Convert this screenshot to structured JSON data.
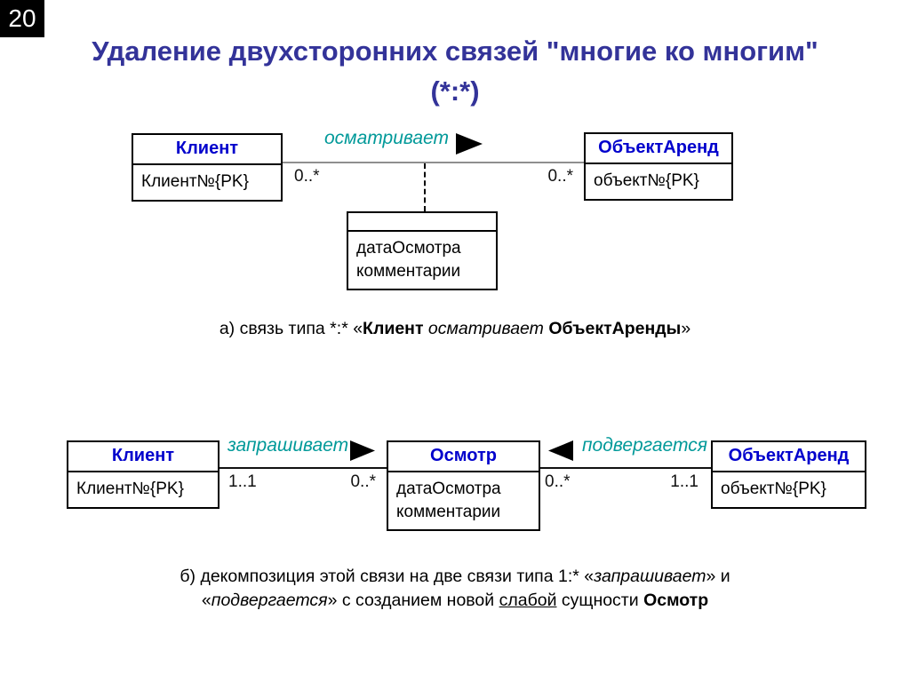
{
  "slide_number": "20",
  "title": "Удаление двухсторонних связей \"многие ко многим\" (*:*)",
  "colors": {
    "title_text": "#333399",
    "entity_header_text": "#0000CC",
    "relationship_text": "#009999",
    "slide_number_bg": "#000000",
    "connector_gray": "#8f8f8f"
  },
  "icons": {
    "right": "black-right-pointing-triangle",
    "left": "black-left-pointing-triangle"
  },
  "diagram_a": {
    "client": {
      "header": "Клиент",
      "attr": "Клиент№{PK}",
      "cardinality": "0..*"
    },
    "rental": {
      "header": "ОбъектАренд",
      "attr": "объект№{PK}",
      "cardinality": "0..*"
    },
    "relationship_label": "осматривает",
    "weak_entity": {
      "header": "",
      "attrs": [
        "датаОсмотра",
        "комментарии"
      ]
    },
    "caption_parts": [
      {
        "t": "а) связь типа *:* «"
      },
      {
        "t": "Клиент"
      },
      {
        "t": " "
      },
      {
        "t": "осматривает"
      },
      {
        "t": " "
      },
      {
        "t": "ОбъектАренды"
      },
      {
        "t": "»"
      }
    ]
  },
  "diagram_b": {
    "client": {
      "header": "Клиент",
      "attr": "Клиент№{PK}"
    },
    "osmotr": {
      "header": "Осмотр",
      "attrs": [
        "датаОсмотра",
        "комментарии"
      ]
    },
    "rental": {
      "header": "ОбъектАренд",
      "attr": "объект№{PK}"
    },
    "left_relationship": {
      "label": "запрашивает",
      "card_client": "1..1",
      "card_osmotr": "0..*"
    },
    "right_relationship": {
      "label": "подвергается",
      "card_osmotr": "0..*",
      "card_rental": "1..1"
    },
    "caption_line1_parts": [
      {
        "t": "б) декомпозиция этой связи на две связи типа 1:* «"
      },
      {
        "t": "запрашивает"
      },
      {
        "t": "» и"
      }
    ],
    "caption_line2_parts": [
      {
        "t": "«"
      },
      {
        "t": "подвергается"
      },
      {
        "t": "» с созданием новой "
      },
      {
        "t": "слабой"
      },
      {
        "t": " сущности "
      },
      {
        "t": "Осмотр"
      }
    ]
  }
}
